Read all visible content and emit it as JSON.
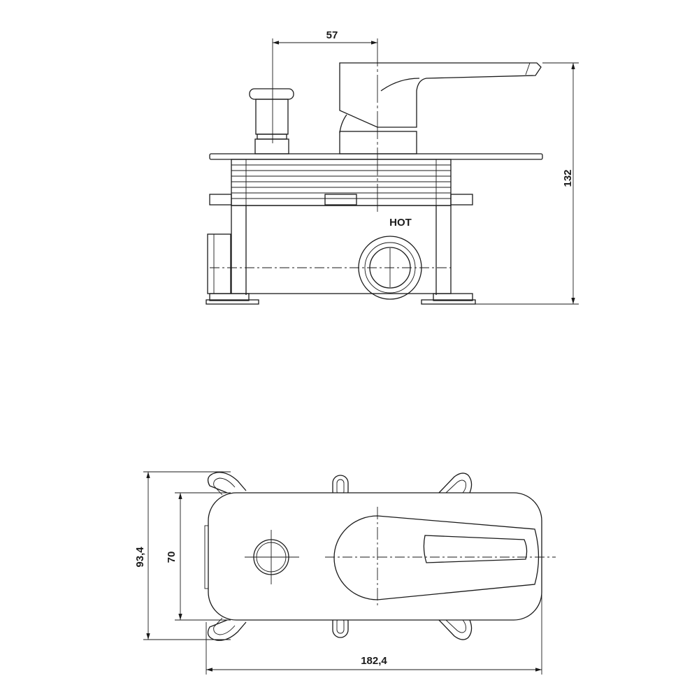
{
  "side_view": {
    "dimension_width": "57",
    "dimension_height": "132",
    "label_hot": "HOT"
  },
  "top_view": {
    "dimension_outer_height": "93,4",
    "dimension_inner_height": "70",
    "dimension_length": "182,4"
  },
  "colors": {
    "line": "#1a1a1a",
    "background": "#ffffff"
  }
}
